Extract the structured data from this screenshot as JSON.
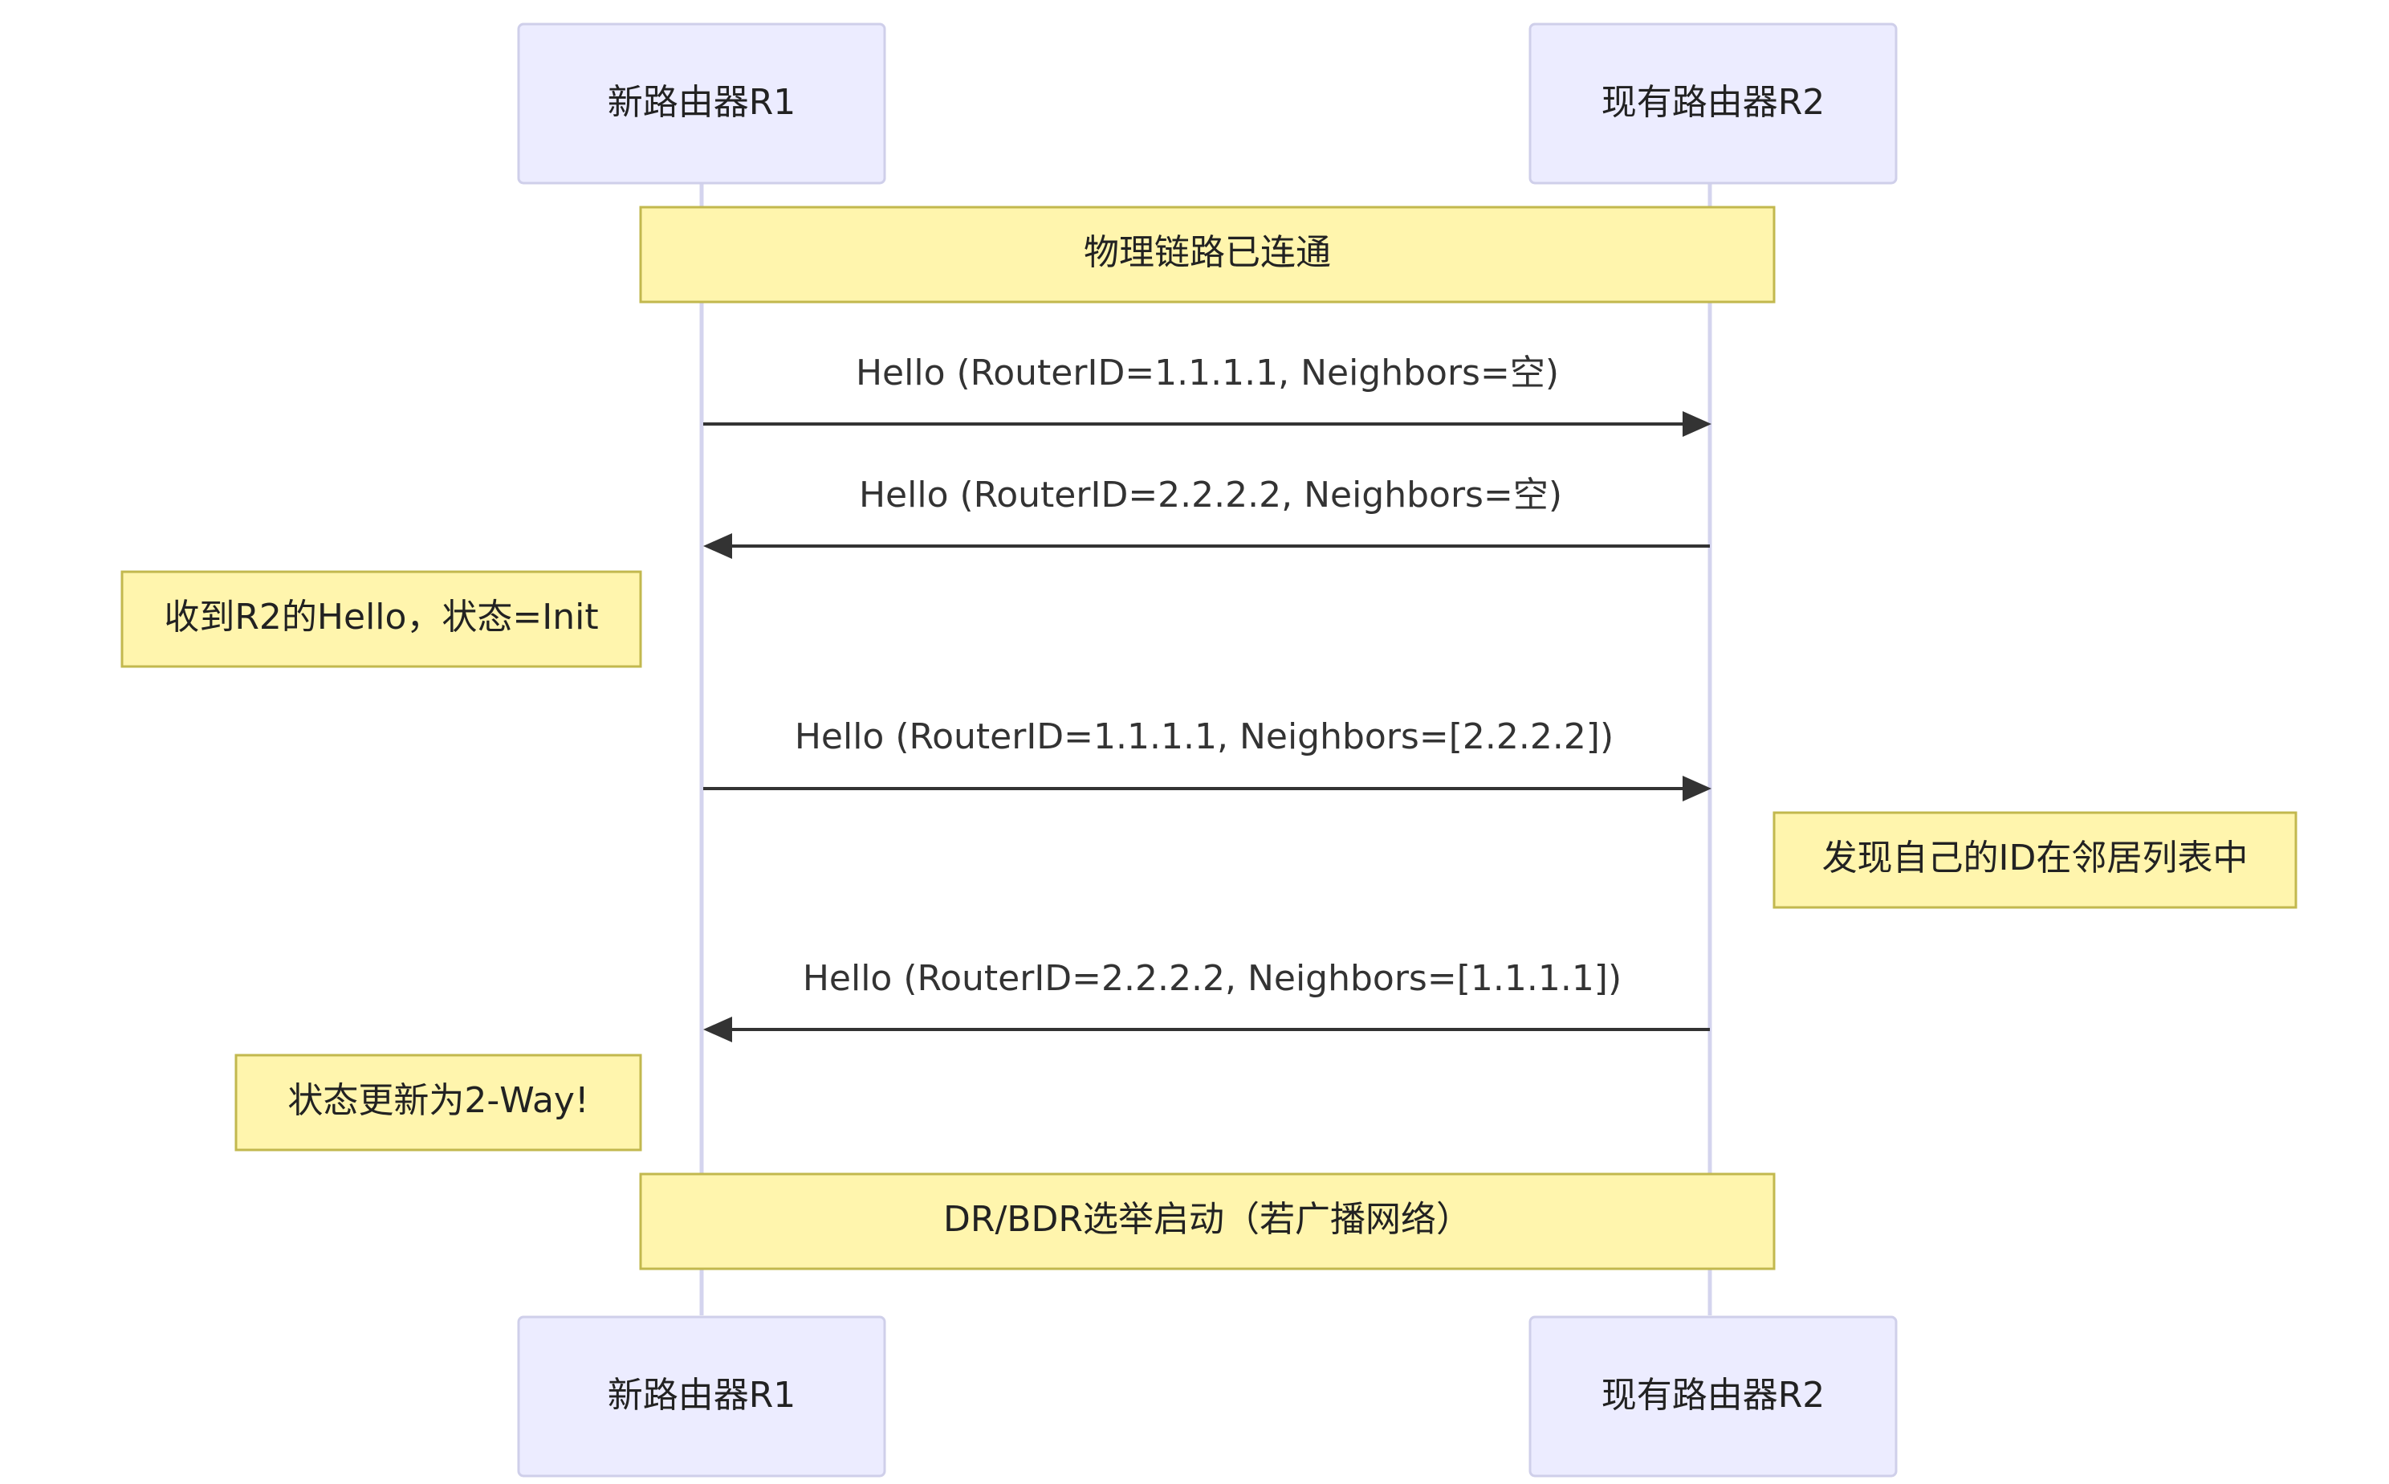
{
  "participants": [
    {
      "id": "r1",
      "label": "新路由器R1"
    },
    {
      "id": "r2",
      "label": "现有路由器R2"
    }
  ],
  "notes": [
    {
      "id": "link-up",
      "text": "物理链路已连通"
    },
    {
      "id": "r1-init",
      "text": "收到R2的Hello，状态=Init"
    },
    {
      "id": "r2-found",
      "text": "发现自己的ID在邻居列表中"
    },
    {
      "id": "r1-2way",
      "text": "状态更新为2-Way!"
    },
    {
      "id": "dr-election",
      "text": "DR/BDR选举启动（若广播网络）"
    }
  ],
  "messages": [
    {
      "id": "m1",
      "from": "r1",
      "to": "r2",
      "text": "Hello (RouterID=1.1.1.1, Neighbors=空)"
    },
    {
      "id": "m2",
      "from": "r2",
      "to": "r1",
      "text": "Hello (RouterID=2.2.2.2, Neighbors=空)"
    },
    {
      "id": "m3",
      "from": "r1",
      "to": "r2",
      "text": "Hello (RouterID=1.1.1.1, Neighbors=[2.2.2.2])"
    },
    {
      "id": "m4",
      "from": "r2",
      "to": "r1",
      "text": "Hello (RouterID=2.2.2.2, Neighbors=[1.1.1.1])"
    }
  ]
}
